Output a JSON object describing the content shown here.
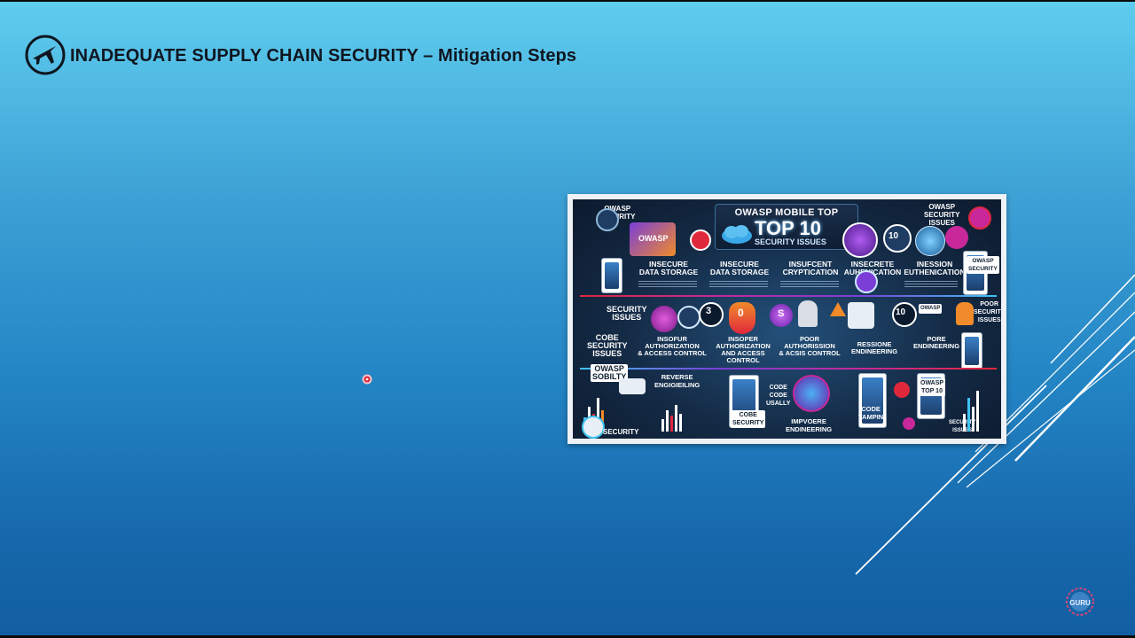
{
  "slide": {
    "title": "INADEQUATE SUPPLY CHAIN SECURITY – Mitigation Steps"
  },
  "brand": {
    "logo_icon": "airplane-circle-icon",
    "footer_logo_text": "GURU"
  },
  "infographic": {
    "header_small": "OWASP MOBILE TOP",
    "header_big": "TOP 10",
    "header_sub": "SECURITY ISSUES",
    "owasp_badge": "OWASP",
    "corner_tl": "OWASP\nSECURITY",
    "corner_tr": "OWASP\nSECURITY\nISSUES",
    "row1": [
      "INSECURE\nDATA STORAGE",
      "INSECURE\nDATA STORAGE",
      "INSUFCENT\nCRYPTICATION",
      "INSECRETE\nAUHENICATION",
      "INESSION\nEUTHENICATION"
    ],
    "row2": [
      "INSOFUR\nAUTHORIZATION\n& ACCESS CONTROL",
      "INSOPER\nAUTHORIZATION\nAND ACCESS CONTROL",
      "POOR\nAUTHORISSION\n& ACSIS CONTROL",
      "RESSIONE\nENDINEERING",
      "PORE\nENDINEERING"
    ],
    "left_security_issues": "SECURITY\nISSUES",
    "left_code_security": "COBE\nSECURITY\nISSUES",
    "right_poor_security": "POOR\nSECURITY\nISSUES",
    "right_owasp_security": "OWASP\nSECURITY",
    "owasp_sobilty": "OWASP\nSOBILTY",
    "reverse_eng": "REVERSE\nENGIGIEILING",
    "cobe_security": "COBE\nSECURITY",
    "code_usally": "CODE\nCODE\nUSALLY",
    "improvere": "IMPVOERE\nENDINEERING",
    "code_tampin": "CODE\nTAMPIN",
    "owasp_top10": "OWASP\nTOP 10",
    "bottom_security": "SECURITY",
    "bottom_issues": "SECURITY\nISSUES",
    "num_3": "3",
    "num_0": "0",
    "num_s": "S",
    "num_10a": "10",
    "num_10b": "10"
  },
  "colors": {
    "accent_red": "#e0283c",
    "accent_magenta": "#c8289a",
    "accent_purple": "#7b3fd8",
    "accent_orange": "#f08a2a",
    "accent_cyan": "#3ec3f2"
  }
}
